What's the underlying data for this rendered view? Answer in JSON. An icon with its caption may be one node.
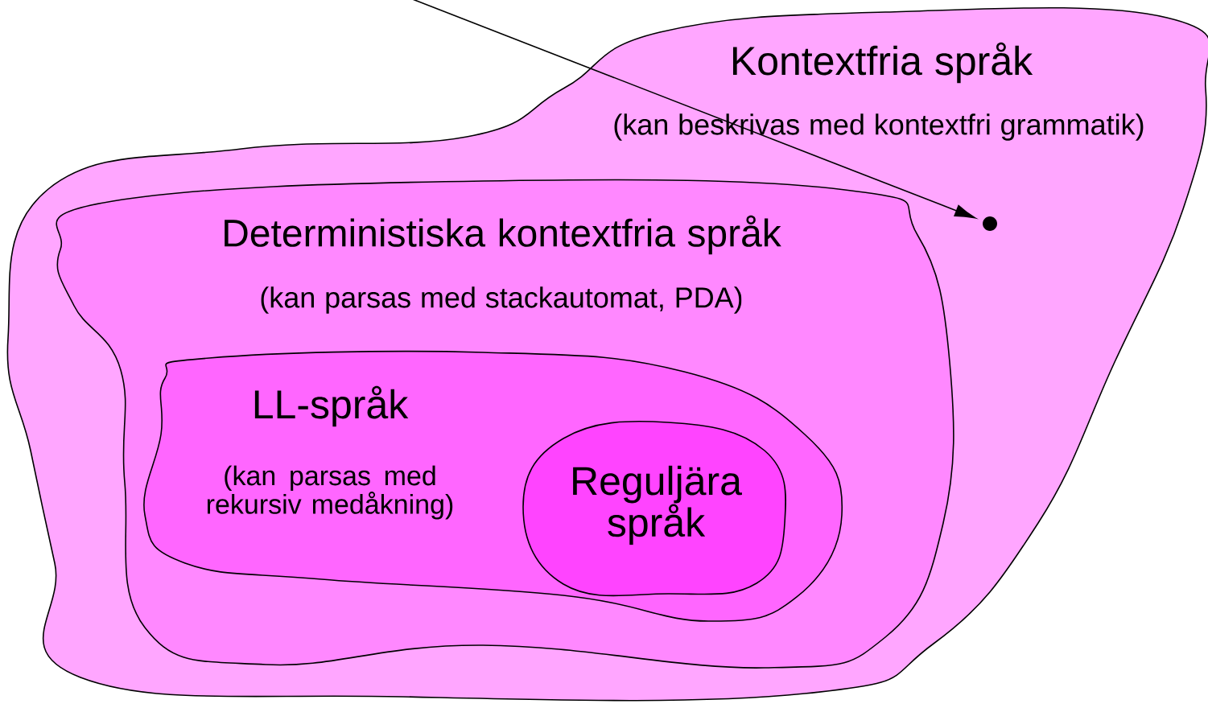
{
  "diagram": {
    "nodes": [
      {
        "text": [
          "Kontextfria språk",
          "(kan beskrivas med kontextfri grammatik)"
        ]
      },
      {
        "text": [
          "Deterministiska kontextfria språk",
          "(kan parsas med stackautomat, PDA)"
        ],
        "in": 0
      },
      {
        "text": [
          "LL-språk",
          "(kan parsas med rekursiv medåkning)"
        ],
        "in": 1
      },
      {
        "text": [
          "Reguljära språk"
        ],
        "in": 2
      },
      {
        "text": [],
        "shape": "circle",
        "in": 0
      }
    ],
    "edges": [
      {
        "from": null,
        "to": 4,
        "arrow": "to"
      }
    ]
  }
}
